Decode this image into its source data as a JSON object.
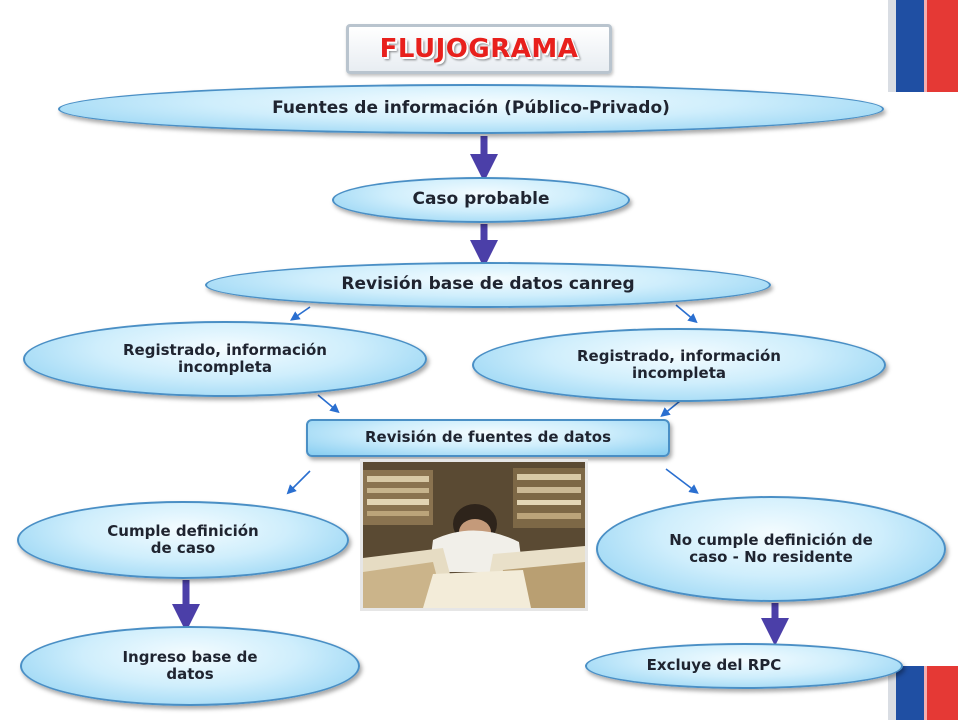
{
  "title": "FLUJOGRAMA",
  "nodes": {
    "fuentes": "Fuentes de información (Público-Privado)",
    "caso_probable": "Caso probable",
    "revision_canreg": "Revisión base de datos canreg",
    "registrado_left": "Registrado, información incompleta",
    "registrado_right": "Registrado, información incompleta",
    "revision_fuentes": "Revisión de fuentes de datos",
    "cumple": "Cumple definición de caso",
    "no_cumple": "No cumple definición de caso - No residente",
    "ingreso": "Ingreso base de datos",
    "excluye": "Excluye del RPC"
  },
  "colors": {
    "title": "#e8201c",
    "node_border": "#4a8fc5",
    "thick_arrow": "#4b3fa8",
    "thin_arrow": "#2a6fd0",
    "flag_blue": "#1f4fa3",
    "flag_red": "#e53935"
  },
  "images": {
    "photo": "person-sleeping-on-paper-stacks"
  }
}
